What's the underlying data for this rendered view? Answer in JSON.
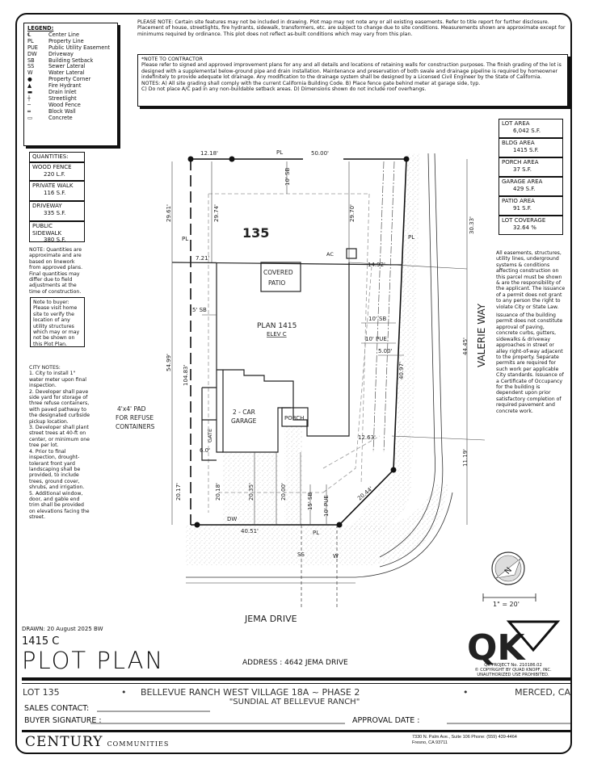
{
  "legend": {
    "title": "LEGEND:",
    "items": [
      {
        "symbol": "℄",
        "label": "Center Line"
      },
      {
        "symbol": "PL",
        "label": "Property Line"
      },
      {
        "symbol": "PUE",
        "label": "Public Utility Easement"
      },
      {
        "symbol": "DW",
        "label": "Driveway"
      },
      {
        "symbol": "SB",
        "label": "Building Setback"
      },
      {
        "symbol": "SS",
        "label": "Sewer Lateral"
      },
      {
        "symbol": "W",
        "label": "Water Lateral"
      },
      {
        "symbol": "●",
        "label": "Property Corner"
      },
      {
        "symbol": "▲",
        "label": "Fire Hydrant"
      },
      {
        "symbol": "▬",
        "label": "Drain Inlet"
      },
      {
        "symbol": "┼",
        "label": "Streetlight"
      },
      {
        "symbol": "─",
        "label": "Wood Fence"
      },
      {
        "symbol": "═",
        "label": "Block Wall"
      },
      {
        "symbol": "▭",
        "label": "Concrete"
      }
    ]
  },
  "please_note": "PLEASE NOTE: Certain site features may not be included in drawing. Plot map may not note any or all existing easements. Refer to title report for further disclosure. Placement of house, streetlights, fire hydrants, sidewalk, transformers, etc. are subject to change due to site conditions. Measurements shown are approximate except for minimums required by ordinance. This plot does not reflect as-built conditions which may vary from this plan.",
  "contractor_note": {
    "title": "*NOTE TO CONTRACTOR",
    "body": "Please refer to signed and approved improvement plans for any and all details and locations of retaining walls for construction purposes. The finish grading of the lot is designed with a supplemental below-ground pipe and drain installation. Maintenance and preservation of both swale and drainage pipeline is required by homeowner indefinitely to provide adequate lot drainage. Any modification to the drainage system shall be designed by a Licensed Civil Engineer by the State of California.",
    "notes_line1": "NOTES: A) All site grading shall comply with the current California Building Code.  B) Place fence gate behind meter at garage side, typ.",
    "notes_line2": "C) Do not place A/C pad in any non-buildable setback areas.  D) Dimensions shown do not include roof overhangs."
  },
  "quantities": {
    "title": "QUANTITIES:",
    "items": [
      {
        "label": "WOOD FENCE",
        "value": "220 L.F."
      },
      {
        "label": "PRIVATE WALK",
        "value": "116 S.F."
      },
      {
        "label": "DRIVEWAY",
        "value": "335 S.F."
      },
      {
        "label": "PUBLIC SIDEWALK",
        "value": "380 S.F."
      }
    ],
    "note": "NOTE: Quantities are approximate and are based on linework from approved plans. Final quantities may differ due to field adjustments at the time of construction."
  },
  "buyer_note": "Note to buyer: Please visit home site to verify the location of any utility structures which may or may not be shown on this Plot Plan.",
  "city_notes": {
    "title": "CITY NOTES:",
    "items": [
      "1. City to install 1\" water meter upon final inspection.",
      "2. Developer shall pave side yard for storage of three refuse containers, with paved pathway to the designated curbside pickup location.",
      "3. Developer shall plant street trees at 40-ft on center, or minimum one tree per lot.",
      "4. Prior to final inspection, drought-tolerant front yard landscaping shall be provided, to include trees, ground cover, shrubs, and irrigation.",
      "5. Additional window, door, and gable end trim shall be provided on elevations facing the street."
    ]
  },
  "areas": [
    {
      "label": "LOT AREA",
      "value": "6,042 S.F."
    },
    {
      "label": "BLDG AREA",
      "value": "1415 S.F."
    },
    {
      "label": "PORCH AREA",
      "value": "37 S.F."
    },
    {
      "label": "GARAGE AREA",
      "value": "429 S.F."
    },
    {
      "label": "PATIO AREA",
      "value": "91 S.F."
    },
    {
      "label": "LOT COVERAGE",
      "value": "32.64 %"
    }
  ],
  "right_notes": [
    "All easements, structures, utility lines, underground systems & conditions affecting construction on this parcel must be shown & are the responsibility of the applicant. The issuance of a permit does not grant to any person the right to violate City or State Law.",
    "Issuance of the building permit does not constitute approval of paving, concrete curbs, gutters, sidewalks & driveway approaches in street or alley right-of-way adjacent to the property. Separate permits are required for such work per applicable City standards. Issuance of a Certificate of Occupancy for the building is dependent upon prior satisfactory completion of required pavement and concrete work."
  ],
  "drawing": {
    "lot_number": "135",
    "plan_label": "PLAN 1415",
    "elev_label": "ELEV C",
    "covered_patio": [
      "COVERED",
      "PATIO"
    ],
    "garage": [
      "2 - CAR",
      "GARAGE"
    ],
    "porch": "PORCH",
    "gate": "GATE",
    "ac": "AC",
    "pad_note": [
      "4'x4' PAD",
      "FOR REFUSE",
      "CONTAINERS"
    ],
    "pl": "PL",
    "dw": "DW",
    "ss": "SS",
    "w": "W",
    "dims": {
      "top_left": "12.18'",
      "top": "50.00'",
      "top_sb": "10' SB",
      "left_29_61": "29.61'",
      "d29_74": "29.74'",
      "d29_70": "29.70'",
      "d7_21": "7.21'",
      "d14_92": "14.92'",
      "d5_sb": "5' SB",
      "d10_sb": "10' SB",
      "d10_pue": "10' PUE",
      "d5_00": "5.00'",
      "d54_99": "54.99'",
      "d104_83": "104.83'",
      "d40_97": "40.97'",
      "d30_33": "30.33'",
      "d44_45": "44.45'",
      "d11_19": "11.19'",
      "d12_63": "12.63'",
      "d6_0": "6.0'",
      "d20_17": "20.17'",
      "d20_18": "20.18'",
      "d20_35": "20.35'",
      "d20_00": "20.00'",
      "d15_sb": "15' SB",
      "d10_pue_front": "10' PUE",
      "d40_51": "40.51'",
      "d20_44": "20.44'"
    },
    "street_bottom": "JEMA DRIVE",
    "street_right": "VALERIE WAY",
    "scale": "1\" = 20'",
    "north": "N"
  },
  "title_block": {
    "drawn": "DRAWN: 20 August 2025 BW",
    "plan_elev": "1415  C",
    "title": "PLOT PLAN",
    "address": "ADDRESS :  4642 JEMA DRIVE",
    "qk_logo": "QK",
    "qk_project": "QK PROJECT No. 210186.02",
    "qk_copyright": "© COPYRIGHT BY QUAD KNOPF, INC.",
    "qk_unauth": "UNAUTHORIZED USE PROHIBITED.",
    "lot": "LOT 135",
    "subdivision": "BELLEVUE RANCH WEST VILLAGE 18A ~ PHASE 2",
    "city": "MERCED, CA",
    "community": "\"SUNDIAL AT BELLEVUE RANCH\"",
    "sales_contact": "SALES CONTACT:",
    "buyer_signature": "BUYER SIGNATURE :",
    "approval_date": "APPROVAL DATE :",
    "builder_big": "CENTURY",
    "builder_small": "COMMUNITIES",
    "builder_address1": "7330 N. Palm Ave., Suite 106   Phone: (559) 439-4464",
    "builder_address2": "Fresno, CA  93711"
  }
}
